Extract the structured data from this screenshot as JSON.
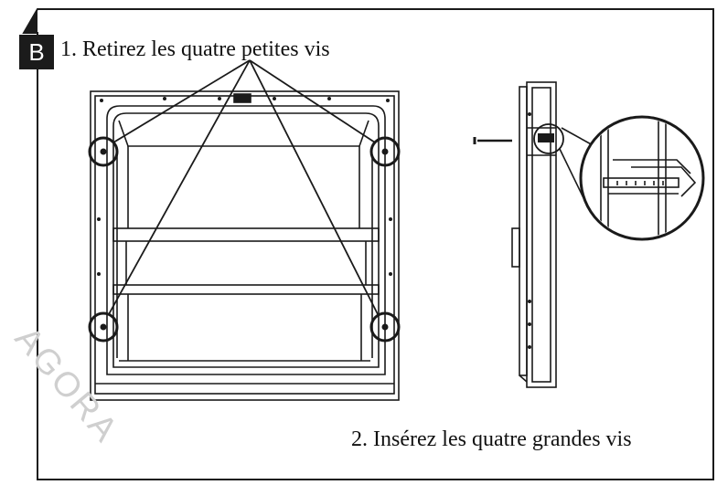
{
  "figure": {
    "section_label": "B",
    "step1_text": "1. Retirez les quatre petites vis",
    "step2_text": "2. Insérez les quatre grandes vis",
    "watermark_text": "AGORA"
  },
  "colors": {
    "line": "#1a1a1a",
    "badge_bg": "#1b1b1b",
    "badge_fg": "#ffffff",
    "watermark": "#cfcfcf"
  }
}
